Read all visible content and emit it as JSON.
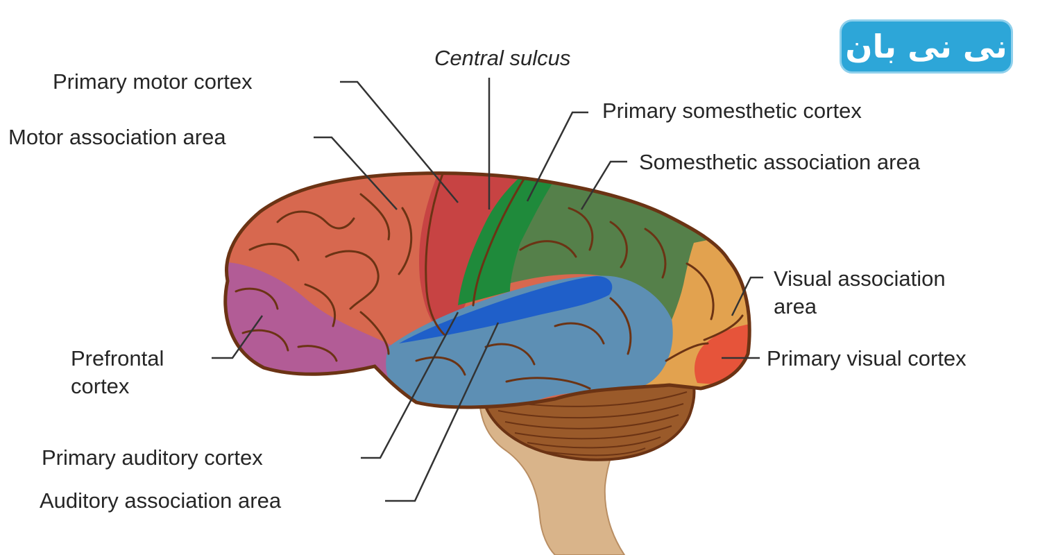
{
  "labels": {
    "central_sulcus": "Central sulcus",
    "primary_motor_cortex": "Primary motor cortex",
    "motor_association_area": "Motor association area",
    "primary_somesthetic_cortex": "Primary somesthetic cortex",
    "somesthetic_association_area": "Somesthetic association area",
    "visual_association_area_line1": "Visual association",
    "visual_association_area_line2": "area",
    "primary_visual_cortex": "Primary visual cortex",
    "prefrontal_cortex_line1": "Prefrontal",
    "prefrontal_cortex_line2": "cortex",
    "primary_auditory_cortex": "Primary auditory cortex",
    "auditory_association_area": "Auditory association area"
  },
  "logo": {
    "text": "نی نی بان"
  },
  "colors": {
    "prefrontal": "#b25c96",
    "motor_association": "#d7684f",
    "primary_motor": "#c74343",
    "primary_somesthetic": "#1f8a3b",
    "somesthetic_association": "#55804a",
    "visual_association": "#e2a24f",
    "primary_visual": "#e6543a",
    "auditory_association": "#5d8fb4",
    "primary_auditory": "#1f5fc9",
    "cerebellum": "#9a5a2a",
    "brainstem": "#d9b48a",
    "outline": "#6b3314",
    "logo": "#2da6d8"
  }
}
